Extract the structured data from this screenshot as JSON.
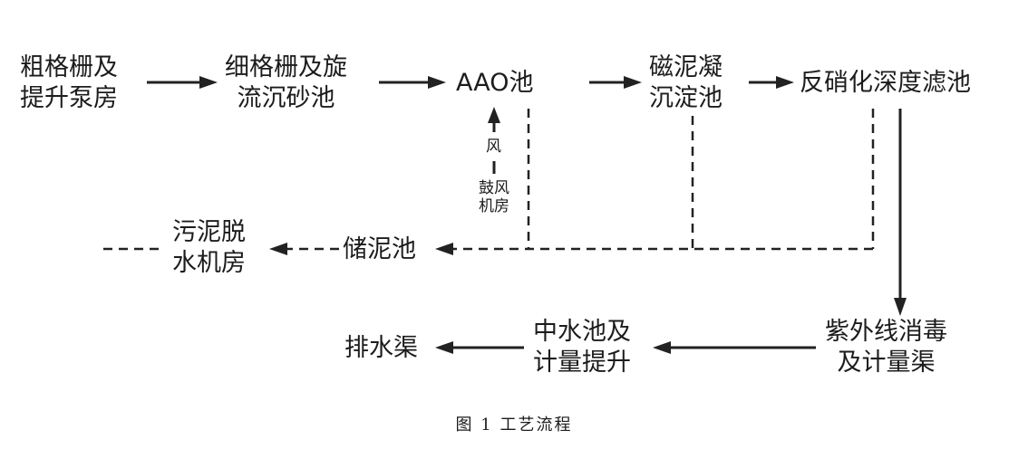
{
  "nodes": {
    "coarse_screen": [
      "粗格栅及",
      "提升泵房"
    ],
    "fine_screen": [
      "细格栅及旋",
      "流沉砂池"
    ],
    "aao": "AAO池",
    "magnetic": [
      "磁泥凝",
      "沉淀池"
    ],
    "denitrification": "反硝化深度滤池",
    "blower": [
      "鼓风",
      "机房"
    ],
    "air_label": "风",
    "sludge_tank": "储泥池",
    "dewatering": [
      "污泥脱",
      "水机房"
    ],
    "uv": [
      "紫外线消毒",
      "及计量渠"
    ],
    "reclaimed": [
      "中水池及",
      "计量提升"
    ],
    "discharge": "排水渠"
  },
  "caption": "图 1  工艺流程"
}
